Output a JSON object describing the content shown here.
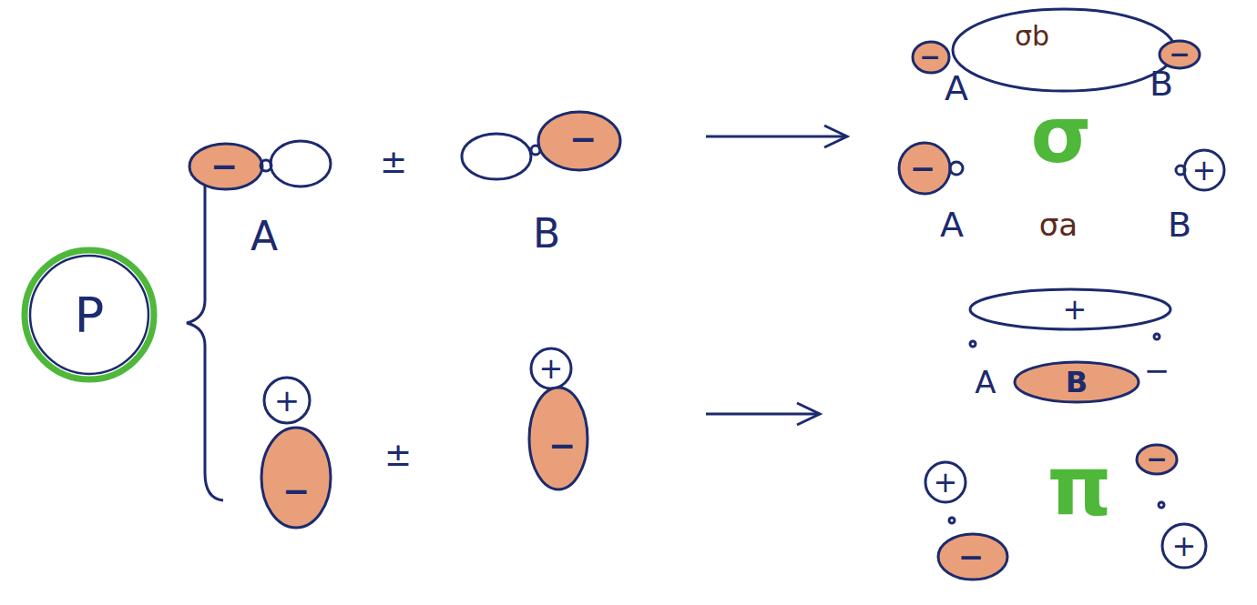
{
  "diagram": {
    "nodes": [
      {
        "text": [
          "P"
        ]
      }
    ],
    "labels": [
      "−",
      "±",
      "−",
      "A",
      "B",
      "−",
      "σb",
      "−",
      "A",
      "B",
      "−",
      "σ",
      "+",
      "A",
      "σa",
      "B",
      "+",
      "−",
      "±",
      "+",
      "−",
      "+",
      "A",
      "B",
      "−",
      "+",
      "π",
      "−",
      "+",
      "−"
    ]
  }
}
